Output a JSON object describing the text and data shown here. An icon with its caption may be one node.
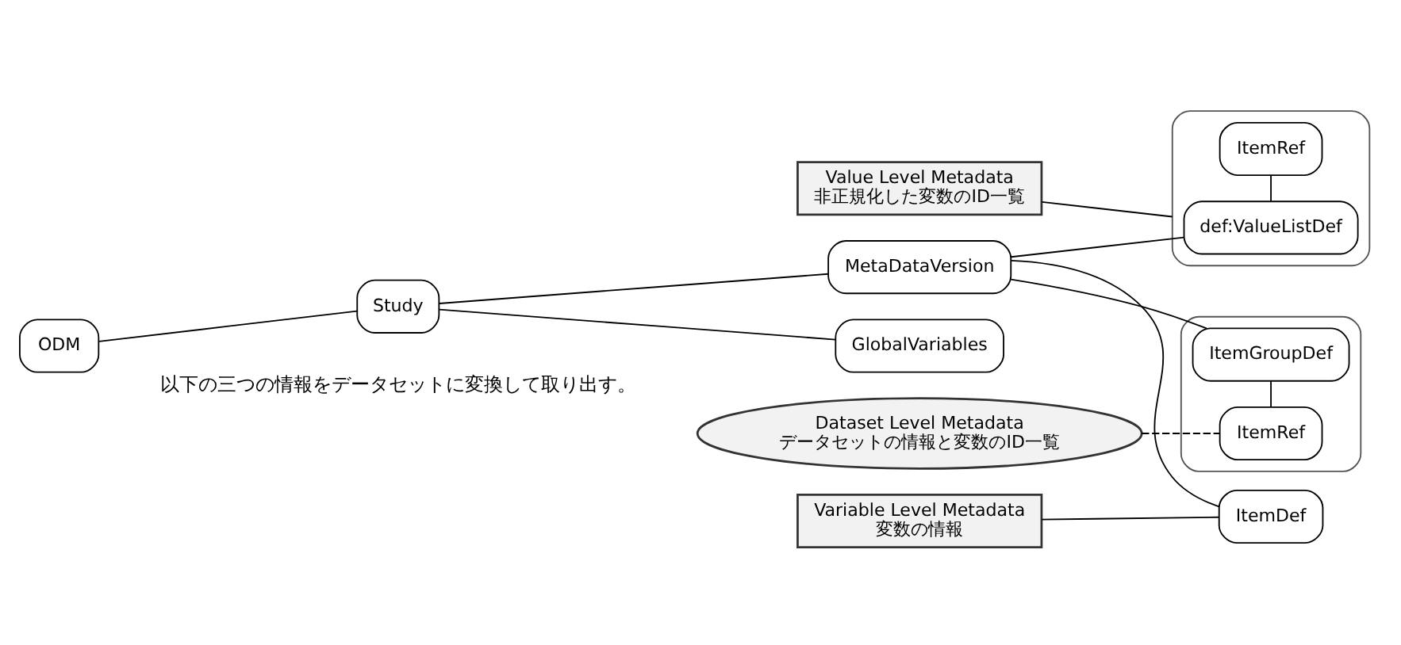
{
  "diagram": {
    "nodes": [
      {
        "text": [
          "ODM"
        ]
      },
      {
        "text": [
          "Study"
        ]
      },
      {
        "text": [
          "GlobalVariables"
        ]
      },
      {
        "text": [
          "MetaDataVersion"
        ]
      },
      {
        "text": [],
        "shape": "box"
      },
      {
        "text": [
          "def:ValueListDef"
        ],
        "in": 4
      },
      {
        "text": [
          "ItemRef"
        ],
        "in": 4
      },
      {
        "text": [
          "Value Level Metadata",
          "非正規化した変数のID一覧"
        ]
      },
      {
        "text": [],
        "shape": "box"
      },
      {
        "text": [
          "ItemGroupDef"
        ],
        "in": 8
      },
      {
        "text": [
          "ItemRef"
        ],
        "in": 8
      },
      {
        "text": [
          "Dataset Level Metadata",
          "データセットの情報と変数のID一覧"
        ]
      },
      {
        "text": [
          "ItemDef"
        ]
      },
      {
        "text": [
          "Variable Level Metadata",
          "変数の情報"
        ]
      }
    ],
    "edges": [
      {
        "from": 0,
        "to": 1,
        "arrow": "none"
      },
      {
        "from": 1,
        "to": 2,
        "arrow": "none"
      },
      {
        "from": 1,
        "to": 3,
        "arrow": "none"
      },
      {
        "from": 3,
        "to": 5,
        "arrow": "none"
      },
      {
        "from": 5,
        "to": 6,
        "arrow": "none"
      },
      {
        "from": 3,
        "to": 9,
        "arrow": "none"
      },
      {
        "from": 9,
        "to": 10,
        "arrow": "none"
      },
      {
        "from": 3,
        "to": 12,
        "arrow": "none"
      },
      {
        "from": 7,
        "to": 4,
        "arrow": "none"
      },
      {
        "from": 11,
        "to": 10,
        "arrow": "none",
        "style": "dashed"
      },
      {
        "from": 13,
        "to": 12,
        "arrow": "none"
      }
    ],
    "labels": [
      "以下の三つの情報をデータセットに変換して取り出す。"
    ]
  }
}
